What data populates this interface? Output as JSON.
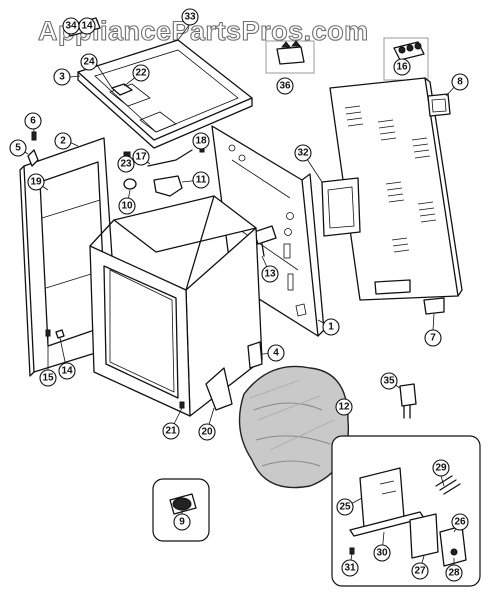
{
  "watermark": "AppliancePartsPros.com",
  "callouts": [
    {
      "id": "c14",
      "label": "14"
    },
    {
      "id": "c33",
      "label": "33"
    },
    {
      "id": "c34",
      "label": "34"
    },
    {
      "id": "c24",
      "label": "24"
    },
    {
      "id": "c22",
      "label": "22"
    },
    {
      "id": "c3",
      "label": "3"
    },
    {
      "id": "c36",
      "label": "36"
    },
    {
      "id": "c16",
      "label": "16"
    },
    {
      "id": "c8",
      "label": "8"
    },
    {
      "id": "c6",
      "label": "6"
    },
    {
      "id": "c2",
      "label": "2"
    },
    {
      "id": "c5",
      "label": "5"
    },
    {
      "id": "c18",
      "label": "18"
    },
    {
      "id": "c23",
      "label": "23"
    },
    {
      "id": "c17",
      "label": "17"
    },
    {
      "id": "c32",
      "label": "32"
    },
    {
      "id": "c19",
      "label": "19"
    },
    {
      "id": "c11",
      "label": "11"
    },
    {
      "id": "c10",
      "label": "10"
    },
    {
      "id": "c13",
      "label": "13"
    },
    {
      "id": "c7",
      "label": "7"
    },
    {
      "id": "c1",
      "label": "1"
    },
    {
      "id": "c15",
      "label": "15"
    },
    {
      "id": "c14b",
      "label": "14"
    },
    {
      "id": "c4",
      "label": "4"
    },
    {
      "id": "c35",
      "label": "35"
    },
    {
      "id": "c12",
      "label": "12"
    },
    {
      "id": "c21",
      "label": "21"
    },
    {
      "id": "c20",
      "label": "20"
    },
    {
      "id": "c29",
      "label": "29"
    },
    {
      "id": "c25",
      "label": "25"
    },
    {
      "id": "c9",
      "label": "9"
    },
    {
      "id": "c26",
      "label": "26"
    },
    {
      "id": "c30",
      "label": "30"
    },
    {
      "id": "c31",
      "label": "31"
    },
    {
      "id": "c27",
      "label": "27"
    },
    {
      "id": "c28",
      "label": "28"
    }
  ]
}
